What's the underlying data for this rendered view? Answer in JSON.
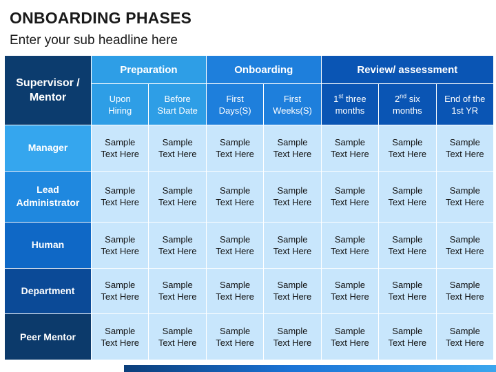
{
  "header": {
    "title": "ONBOARDING PHASES",
    "subtitle": "Enter your sub headline here"
  },
  "table": {
    "corner_line1": "Supervisor /",
    "corner_line2": "Mentor",
    "phases": [
      "Preparation",
      "Onboarding",
      "Review/ assessment"
    ],
    "subheaders": [
      {
        "line1": "Upon",
        "line2": "Hiring"
      },
      {
        "line1": "Before",
        "line2": "Start Date"
      },
      {
        "line1": "First",
        "line2": "Days(S)"
      },
      {
        "line1": "First",
        "line2": "Weeks(S)"
      },
      {
        "line1_pre": "1",
        "line1_sup": "st",
        "line1_post": " three",
        "line2": "months"
      },
      {
        "line1_pre": "2",
        "line1_sup": "nd",
        "line1_post": " six",
        "line2": "months"
      },
      {
        "line1": "End of the",
        "line2": "1st YR"
      }
    ],
    "rows": [
      {
        "line1": "Manager",
        "line2": ""
      },
      {
        "line1": "Lead",
        "line2": "Administrator"
      },
      {
        "line1": "Human",
        "line2": ""
      },
      {
        "line1": "Department",
        "line2": ""
      },
      {
        "line1": "Peer Mentor",
        "line2": ""
      }
    ],
    "cell_line1": "Sample",
    "cell_line2": "Text Here"
  },
  "colors": {
    "corner": "#0c3c6e",
    "cell": "#c8e6fc",
    "phase_preparation": "#2e9ee6",
    "phase_onboarding": "#1e7fdc",
    "phase_review": "#0a55b4"
  }
}
